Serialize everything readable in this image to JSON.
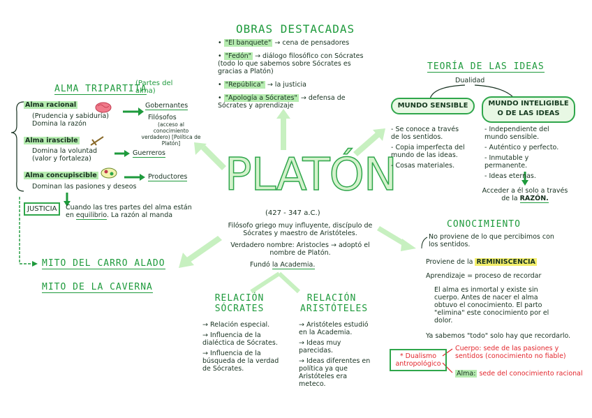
{
  "title": "PLATÓN",
  "dates": "(427 - 347 a.C.)",
  "center": {
    "desc": "Filósofo griego muy influyente, discípulo de Sócrates y maestro de Aristóteles.",
    "real_name": "Verdadero nombre: Aristocles → adoptó el nombre de Platón.",
    "founded_prefix": "Fundó",
    "founded_link": "la Academia."
  },
  "obras": {
    "title": "OBRAS DESTACADAS",
    "items": [
      {
        "name": "\"El banquete\"",
        "text": "→ cena de pensadores"
      },
      {
        "name": "\"Fedón\"",
        "text": "→ diálogo filosófico con Sócrates (todo lo que sabemos sobre Sócrates es gracias a Platón)"
      },
      {
        "name": "\"República\"",
        "text": "→ la justicia"
      },
      {
        "name": "\"Apología a Sócrates\"",
        "text": "→ defensa de Sócrates y aprendizaje"
      }
    ]
  },
  "alma": {
    "title": "ALMA TRIPARTITA",
    "subtitle": "(Partes del alma)",
    "racional": "Alma racional",
    "racional_desc": "(Prudencia y sabiduría) Domina la razón",
    "gobernantes": "Gobernantes",
    "filosofos": "Filósofos",
    "filosofos_note": "(acceso al conocimiento verdadero) [Política de Platón]",
    "irascible": "Alma irascible",
    "irascible_desc": "Domina la voluntad (valor y fortaleza)",
    "guerreros": "Guerreros",
    "concupiscible": "Alma concupiscible",
    "concupiscible_desc": "Dominan las pasiones y deseos",
    "productores": "Productores",
    "justicia": "JUSTICIA",
    "justicia_desc_a": "Cuando las tres partes del alma están en",
    "justicia_equilibrio": "equilibrio",
    "justicia_desc_b": ". La razón al manda"
  },
  "mitos": {
    "carro": "MITO DEL CARRO ALADO",
    "caverna": "MITO DE LA CAVERNA"
  },
  "ideas": {
    "title": "TEORÍA DE LAS IDEAS",
    "dualidad": "Dualidad",
    "sensible": "MUNDO SENSIBLE",
    "inteligible_a": "MUNDO INTELIGIBLE",
    "inteligible_b": "O DE LAS IDEAS",
    "sensible_items": [
      "Se conoce a través de los sentidos.",
      "Copia imperfecta del mundo de las ideas.",
      "Cosas materiales."
    ],
    "inteligible_items": [
      "Independiente del mundo sensible.",
      "Auténtico y perfecto.",
      "Inmutable y permanente.",
      "Ideas eternas."
    ],
    "acceso": "Acceder a él solo a través de la",
    "razon": "RAZÓN."
  },
  "conocimiento": {
    "title": "CONOCIMIENTO",
    "l1": "No proviene de lo que percibimos con los sentidos.",
    "l2_prefix": "Proviene de la",
    "reminiscencia": "REMINISCENCIA",
    "l3": "Aprendizaje = proceso de recordar",
    "l4": "El alma es inmortal y existe sin cuerpo. Antes de nacer el alma obtuvo el conocimiento. El parto \"elimina\" este conocimiento por el dolor.",
    "l5": "Ya sabemos \"todo\" solo hay que recordarlo.",
    "dualismo": "* Dualismo antropológico",
    "cuerpo_label": "Cuerpo:",
    "cuerpo_text": "sede de las pasiones y sentidos (conocimiento no fiable)",
    "alma_label": "Alma:",
    "alma_text": "sede del conocimiento racional"
  },
  "socrates": {
    "title_a": "RELACIÓN",
    "title_b": "SÓCRATES",
    "items": [
      "Relación especial.",
      "Influencia de la dialéctica de Sócrates.",
      "Influencia de la búsqueda de la verdad de Sócrates."
    ]
  },
  "aristoteles": {
    "title_a": "RELACIÓN",
    "title_b": "ARISTÓTELES",
    "items": [
      "Aristóteles estudió en la Academia.",
      "Ideas muy parecidas.",
      "Ideas diferentes en política ya que Aristóteles era meteco."
    ]
  },
  "colors": {
    "green": "#1e9a3c",
    "highlight": "#b6ecb0",
    "yellow": "#f3ee6a",
    "red": "#e3262c"
  }
}
